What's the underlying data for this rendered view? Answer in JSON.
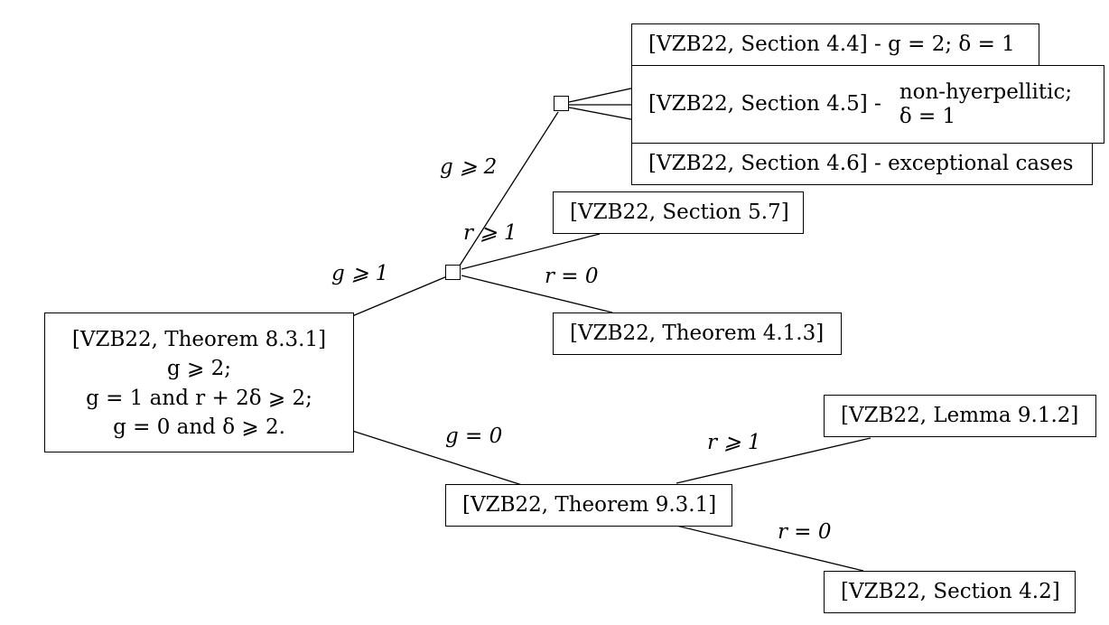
{
  "diagram": {
    "root": {
      "lines": [
        "[VZB22, Theorem 8.3.1]",
        "g ⩾ 2;",
        "g = 1 and r + 2δ ⩾ 2;",
        "g = 0 and δ ⩾ 2."
      ]
    },
    "edge_labels": {
      "g_ge_1": "g ⩾ 1",
      "g_eq_0": "g = 0",
      "g_ge_2": "g ⩾ 2",
      "r_ge_1_upper": "r ⩾ 1",
      "r_eq_0_upper": "r = 0",
      "r_ge_1_lower": "r ⩾ 1",
      "r_eq_0_lower": "r = 0"
    },
    "leaves": {
      "section_4_4": "[VZB22, Section 4.4] - g = 2; δ = 1",
      "section_4_5_ref": "[VZB22, Section 4.5] -",
      "section_4_5_cond": [
        "non-hyerpellitic;",
        "δ = 1"
      ],
      "section_4_6": "[VZB22, Section 4.6] - exceptional cases",
      "section_5_7": "[VZB22, Section 5.7]",
      "theorem_4_1_3": "[VZB22, Theorem 4.1.3]",
      "theorem_9_3_1": "[VZB22, Theorem 9.3.1]",
      "lemma_9_1_2": "[VZB22, Lemma 9.1.2]",
      "section_4_2": "[VZB22, Section 4.2]"
    }
  }
}
